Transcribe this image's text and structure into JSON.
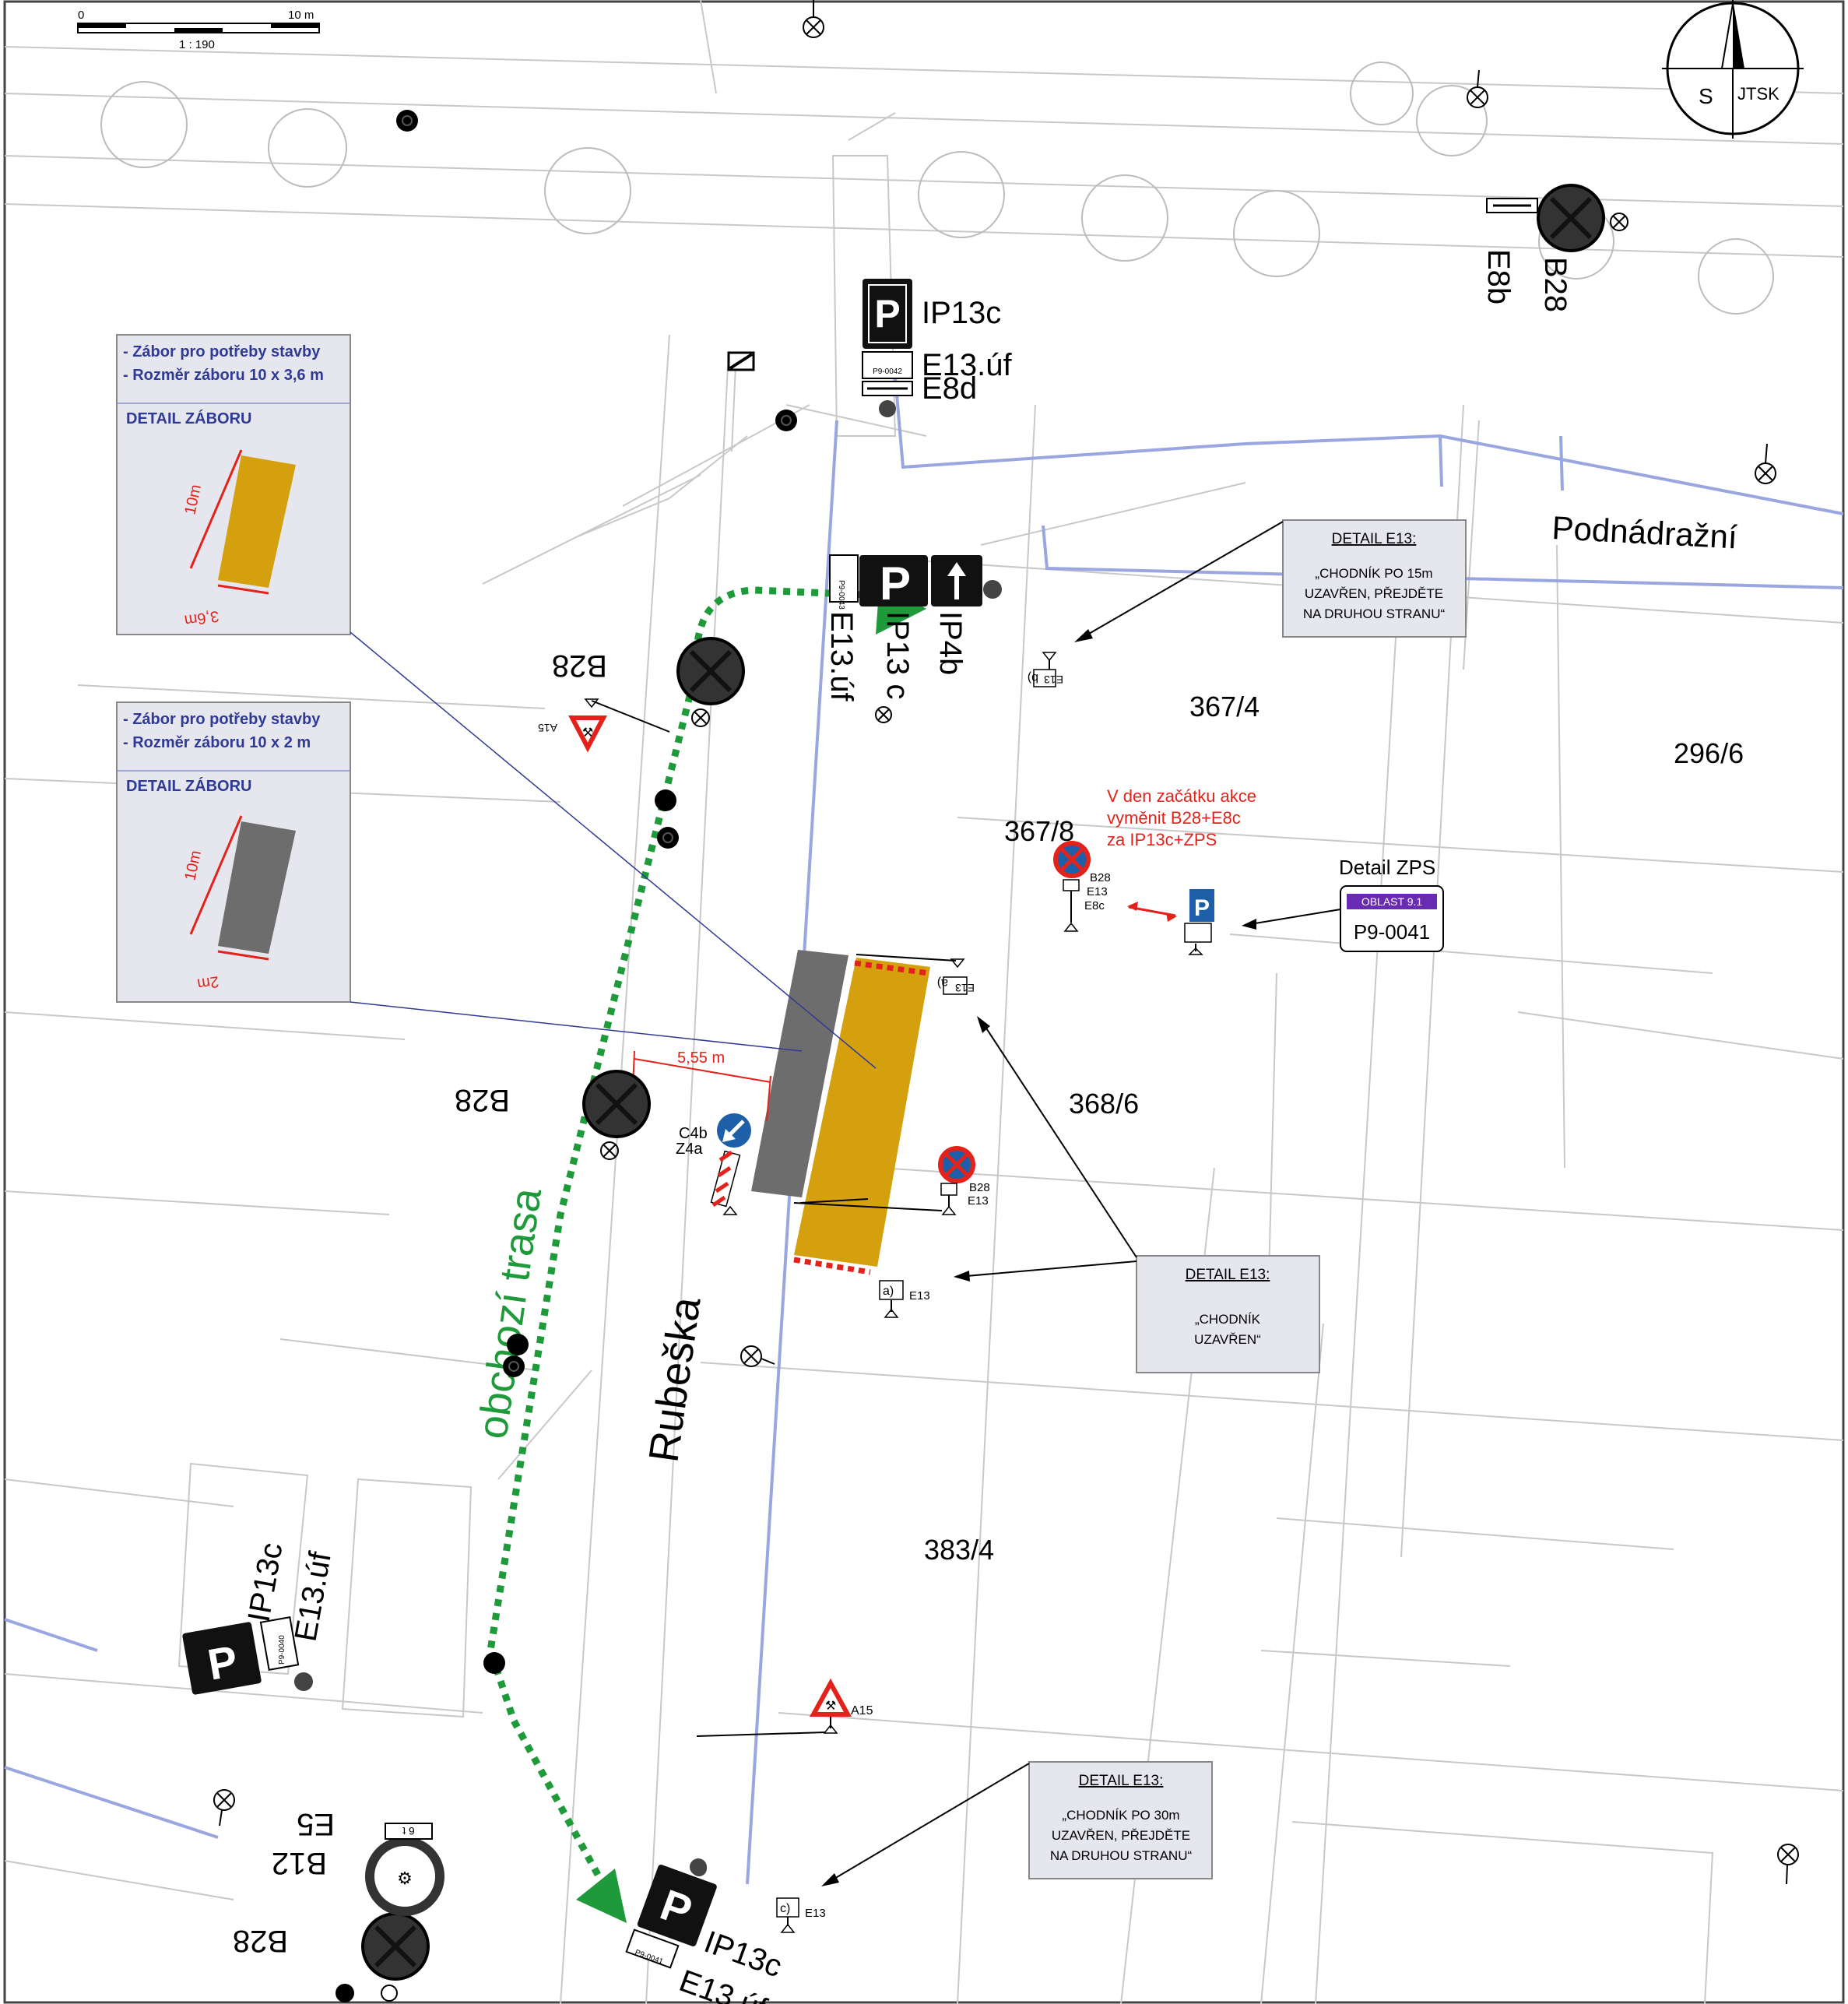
{
  "scale": {
    "start": "0",
    "end": "10 m",
    "ratio": "1 : 190"
  },
  "north": {
    "letter": "S",
    "system": "JTSK"
  },
  "streets": {
    "podnadrazni": "Podnádražní",
    "rubeska": "Rubeška"
  },
  "parcels": [
    "367/4",
    "296/6",
    "367/8",
    "368/6",
    "383/4"
  ],
  "detour_label": "obchozí trasa",
  "zabor1": {
    "line1": "- Zábor pro potřeby stavby",
    "line2": "- Rozměr záboru 10 x 3,6 m",
    "title": "DETAIL ZÁBORU",
    "dim_len": "10m",
    "dim_w": "3,6m"
  },
  "zabor2": {
    "line1": "- Zábor pro potřeby stavby",
    "line2": "- Rozměr záboru 10 x 2 m",
    "title": "DETAIL ZÁBORU",
    "dim_len": "10m",
    "dim_w": "2m"
  },
  "detail_e13_1": {
    "title": "DETAIL E13:",
    "l1": "„CHODNÍK PO 15m",
    "l2": "UZAVŘEN, PŘEJDĚTE",
    "l3": "NA DRUHOU STRANU“"
  },
  "detail_e13_2": {
    "title": "DETAIL E13:",
    "l1": "„CHODNÍK",
    "l2": "UZAVŘEN“"
  },
  "detail_e13_3": {
    "title": "DETAIL E13:",
    "l1": "„CHODNÍK PO 30m",
    "l2": "UZAVŘEN, PŘEJDĚTE",
    "l3": "NA DRUHOU STRANU“"
  },
  "zps": {
    "title": "Detail ZPS",
    "zone": "OBLAST 9.1",
    "code": "P9-0041"
  },
  "red_note": {
    "l1": "V den začátku akce",
    "l2": "vyměnit B28+E8c",
    "l3": "za IP13c+ZPS"
  },
  "dimension": "5,55 m",
  "signs": {
    "ip13c": "IP13c",
    "e13uf": "E13.úf",
    "e8d": "E8d",
    "e8b": "E8b",
    "b28": "B28",
    "ip4b": "IP4b",
    "a15": "A15",
    "c4b": "C4b",
    "z4a": "Z4a",
    "e13": "E13",
    "e8c": "E8c",
    "b12": "B12",
    "e5": "E5",
    "ip13c_space": "IP13 c",
    "plate_a": "a)",
    "plate_b": "b)",
    "plate_c": "c)",
    "p_code_top": "P9-0042",
    "p_code_mid": "P9-0043",
    "p_code_left": "P9-0040",
    "p_code_bot": "P9-0041",
    "p_letter": "P",
    "e5_val": "6 t"
  },
  "colors": {
    "zabor_yellow": "#d4a00e",
    "zabor_gray": "#6d6d6d",
    "detour_green": "#1f9a3a",
    "panel_bg": "#e6e7ee",
    "panel_title": "#2f3a94",
    "red": "#e3231b",
    "blue_line": "#9aa6e0"
  }
}
